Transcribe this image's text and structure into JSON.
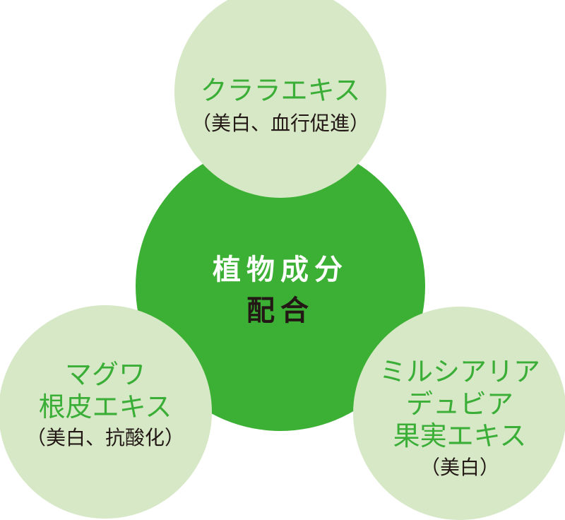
{
  "center": {
    "line1": "植物成分",
    "line2": "配合"
  },
  "top": {
    "name": "クララエキス",
    "effect": "（美白、血行促進）"
  },
  "left": {
    "name_line1": "マグワ",
    "name_line2": "根皮エキス",
    "effect": "（美白、抗酸化）"
  },
  "right": {
    "name_line1": "ミルシアリア",
    "name_line2": "デュビア",
    "name_line3": "果実エキス",
    "effect": "（美白）"
  },
  "colors": {
    "light": "#d6e8c6",
    "dark": "#3cb034",
    "accent_text": "#3aae36"
  }
}
